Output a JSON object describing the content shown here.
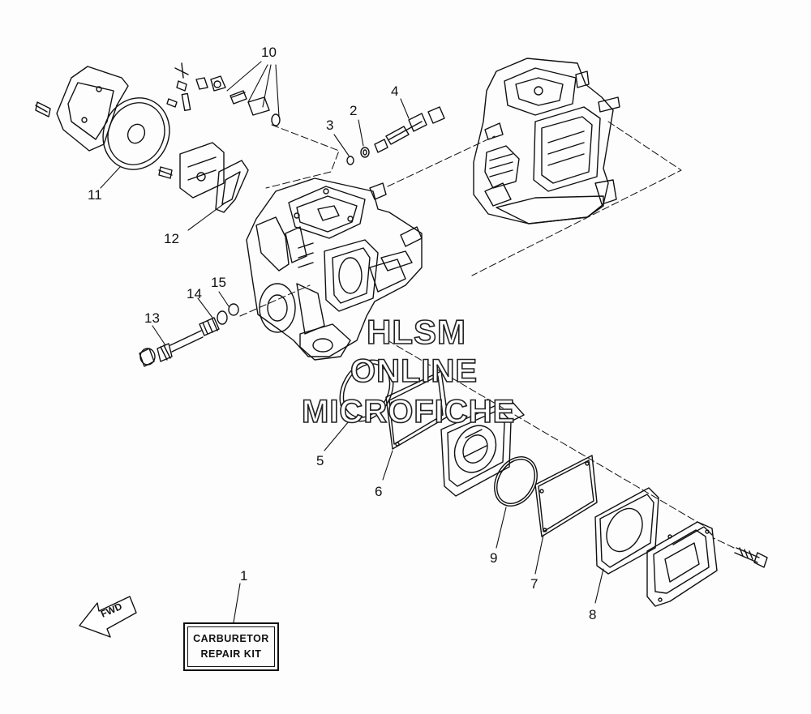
{
  "callouts": [
    {
      "num": "1"
    },
    {
      "num": "2"
    },
    {
      "num": "3"
    },
    {
      "num": "4"
    },
    {
      "num": "5"
    },
    {
      "num": "6"
    },
    {
      "num": "7"
    },
    {
      "num": "8"
    },
    {
      "num": "9"
    },
    {
      "num": "10"
    },
    {
      "num": "11"
    },
    {
      "num": "12"
    },
    {
      "num": "13"
    },
    {
      "num": "14"
    },
    {
      "num": "15"
    }
  ],
  "kit": {
    "line1": "CARBURETOR",
    "line2": "REPAIR KIT"
  },
  "fwd_label": "FWD",
  "watermark": {
    "line1": "HLSM",
    "line2": "ONLINE",
    "line3": "MICROFICHE"
  },
  "colors": {
    "ink": "#111111",
    "paper": "#ffffff",
    "gray": "#cfcfcf"
  }
}
